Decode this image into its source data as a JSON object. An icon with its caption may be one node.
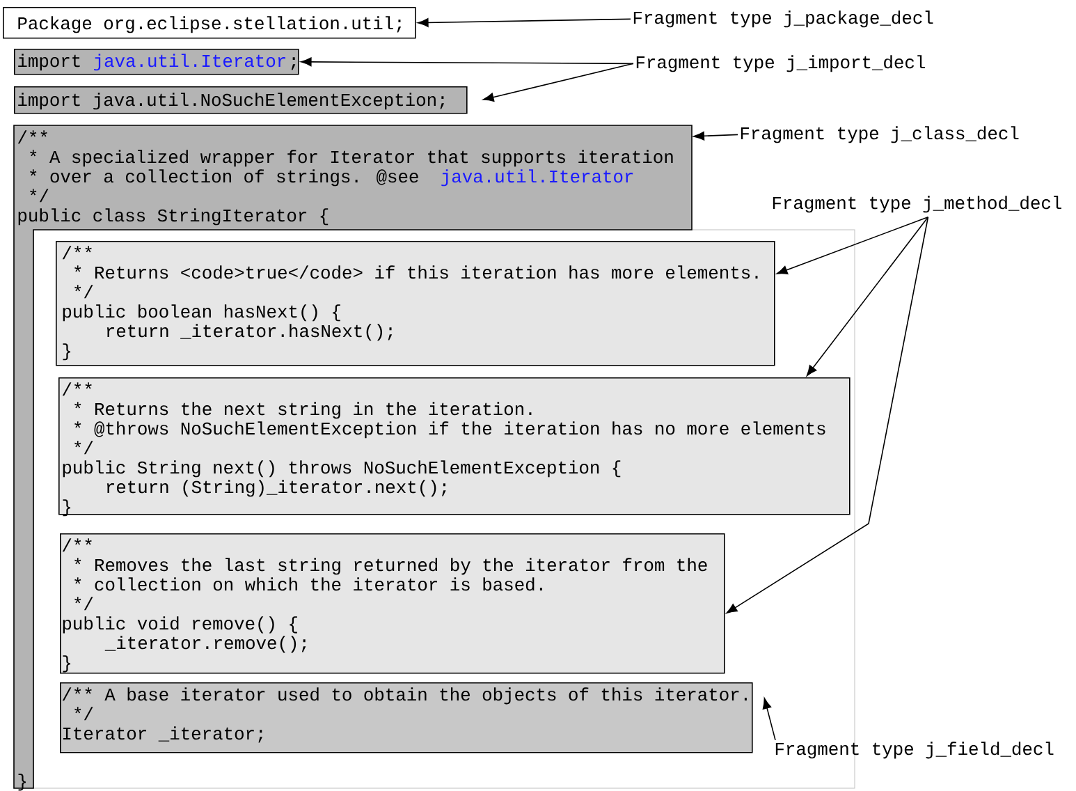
{
  "diagram": {
    "nodes": [
      {
        "text": [
          "Package org.eclipse.stellation.util;"
        ]
      },
      {
        "text": [
          "import",
          "java.util.Iterator",
          ";"
        ]
      },
      {
        "text": [
          "import java.util.NoSuchElementException;"
        ]
      },
      {
        "text": [
          "/**",
          "* A specialized wrapper for Iterator that supports iteration",
          "*  over a collection of strings. @see",
          "java.util.Iterator",
          "*/",
          "public class StringIterator {",
          "}"
        ]
      },
      {
        "text": [
          "/**",
          "* Returns <code>true</code> if this iteration has more elements.",
          "*/",
          "public boolean hasNext() {",
          "return _iterator.hasNext();",
          "}"
        ],
        "in": 3
      },
      {
        "text": [
          "/**",
          "* Returns the next string in the iteration.",
          "* @throws NoSuchElementException if the iteration has no more elements",
          "*/",
          "public String next() throws NoSuchElementException {",
          "return (String)_iterator.next();",
          "}"
        ],
        "in": 3
      },
      {
        "text": [
          "/**",
          "* Removes the last string returned by the iterator from the",
          "* collection on which the iterator is based.",
          "*/",
          "public void remove() {",
          "_iterator.remove();",
          "}"
        ],
        "in": 3
      },
      {
        "text": [
          "/** A base iterator used to obtain the objects of this iterator.",
          "*/",
          "Iterator _iterator;"
        ],
        "in": 3
      },
      {
        "text": [
          "Fragment type j_package_decl"
        ]
      },
      {
        "text": [
          "Fragment type j_import_decl"
        ]
      },
      {
        "text": [
          "Fragment type j_class_decl"
        ]
      },
      {
        "text": [
          "Fragment type j_method_decl"
        ]
      },
      {
        "text": [
          "Fragment type j_field_decl"
        ]
      }
    ],
    "edges": [
      {
        "from": 8,
        "to": 0,
        "arrow": "to"
      },
      {
        "from": 9,
        "to": 1,
        "arrow": "to"
      },
      {
        "from": 9,
        "to": 2,
        "arrow": "to"
      },
      {
        "from": 10,
        "to": 3,
        "arrow": "to"
      },
      {
        "from": 11,
        "to": 4,
        "arrow": "to"
      },
      {
        "from": 11,
        "to": 5,
        "arrow": "to"
      },
      {
        "from": 11,
        "to": 6,
        "arrow": "to"
      },
      {
        "from": 12,
        "to": 7,
        "arrow": "to"
      }
    ]
  }
}
